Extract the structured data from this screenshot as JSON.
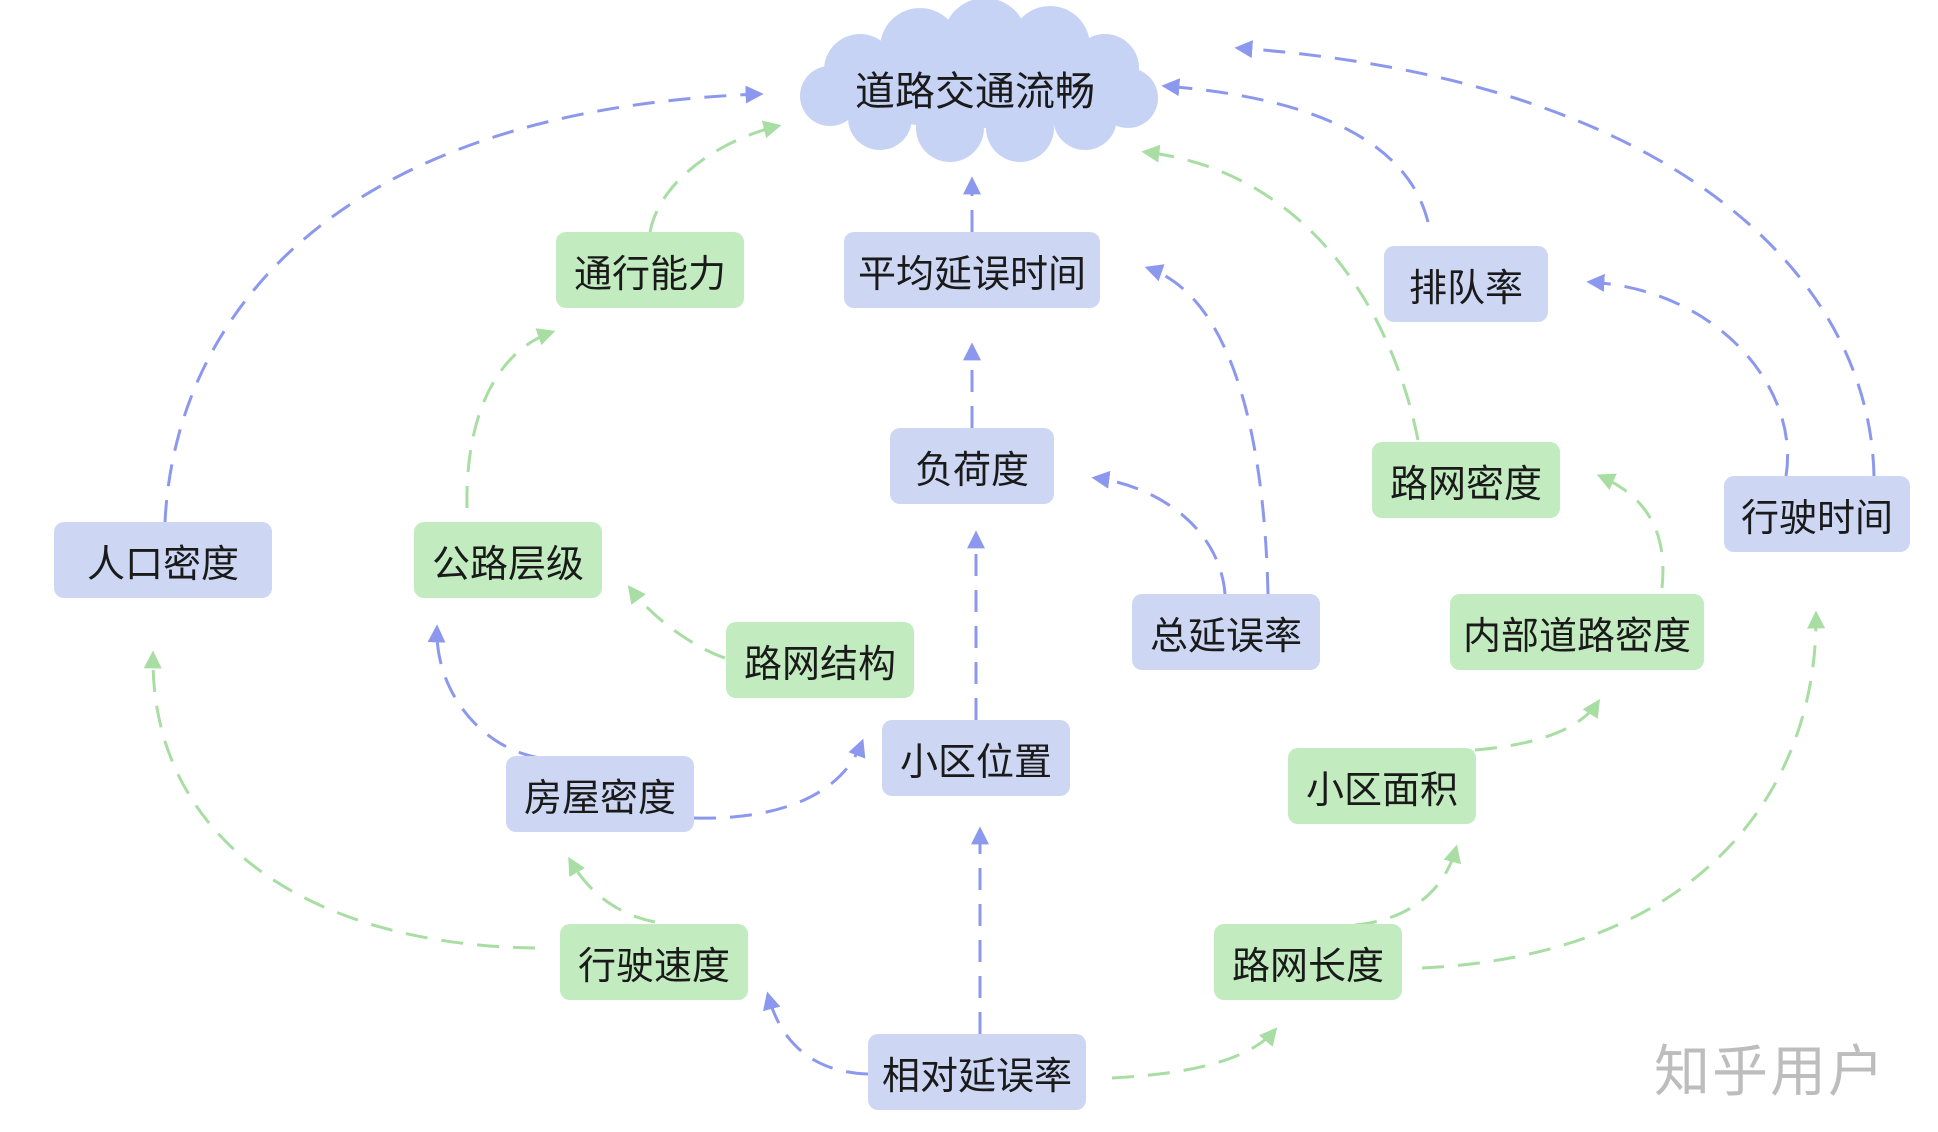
{
  "colors": {
    "blue_node": "#cdd7f3",
    "green_node": "#c2ebc0",
    "blue_arrow": "#8c98ee",
    "green_arrow": "#a8dea3",
    "cloud": "#c6d3f4"
  },
  "diagram": {
    "root": "道路交通流畅",
    "nodes": {
      "passage_capacity": "通行能力",
      "avg_delay_time": "平均延误时间",
      "queue_rate": "排队率",
      "load_degree": "负荷度",
      "road_network_density": "路网密度",
      "driving_time": "行驶时间",
      "population_density": "人口密度",
      "road_grade": "公路层级",
      "road_network_structure": "路网结构",
      "total_delay_rate": "总延误率",
      "internal_road_density": "内部道路密度",
      "community_location": "小区位置",
      "housing_density": "房屋密度",
      "community_area": "小区面积",
      "driving_speed": "行驶速度",
      "road_network_length": "路网长度",
      "relative_delay_rate": "相对延误率"
    },
    "edges": [
      {
        "from": "population_density",
        "to": "root",
        "style": "blue"
      },
      {
        "from": "passage_capacity",
        "to": "root",
        "style": "green"
      },
      {
        "from": "avg_delay_time",
        "to": "root",
        "style": "blue"
      },
      {
        "from": "road_network_density",
        "to": "root",
        "style": "green"
      },
      {
        "from": "queue_rate",
        "to": "root",
        "style": "blue"
      },
      {
        "from": "driving_time",
        "to": "root",
        "style": "blue"
      },
      {
        "from": "load_degree",
        "to": "avg_delay_time",
        "style": "blue"
      },
      {
        "from": "total_delay_rate",
        "to": "avg_delay_time",
        "style": "blue"
      },
      {
        "from": "driving_time",
        "to": "queue_rate",
        "style": "blue"
      },
      {
        "from": "road_grade",
        "to": "passage_capacity",
        "style": "green"
      },
      {
        "from": "total_delay_rate",
        "to": "load_degree",
        "style": "blue"
      },
      {
        "from": "community_location",
        "to": "load_degree",
        "style": "blue"
      },
      {
        "from": "internal_road_density",
        "to": "road_network_density",
        "style": "green"
      },
      {
        "from": "road_network_structure",
        "to": "road_grade",
        "style": "green"
      },
      {
        "from": "housing_density",
        "to": "road_grade",
        "style": "blue"
      },
      {
        "from": "housing_density",
        "to": "community_location",
        "style": "blue"
      },
      {
        "from": "community_area",
        "to": "internal_road_density",
        "style": "green"
      },
      {
        "from": "driving_speed",
        "to": "population_density",
        "style": "green"
      },
      {
        "from": "driving_speed",
        "to": "housing_density",
        "style": "green"
      },
      {
        "from": "relative_delay_rate",
        "to": "community_location",
        "style": "blue"
      },
      {
        "from": "relative_delay_rate",
        "to": "driving_speed",
        "style": "blue"
      },
      {
        "from": "relative_delay_rate",
        "to": "road_network_length",
        "style": "green"
      },
      {
        "from": "road_network_length",
        "to": "community_area",
        "style": "green"
      },
      {
        "from": "road_network_length",
        "to": "driving_time",
        "style": "green"
      }
    ]
  },
  "watermark": "知乎用户"
}
